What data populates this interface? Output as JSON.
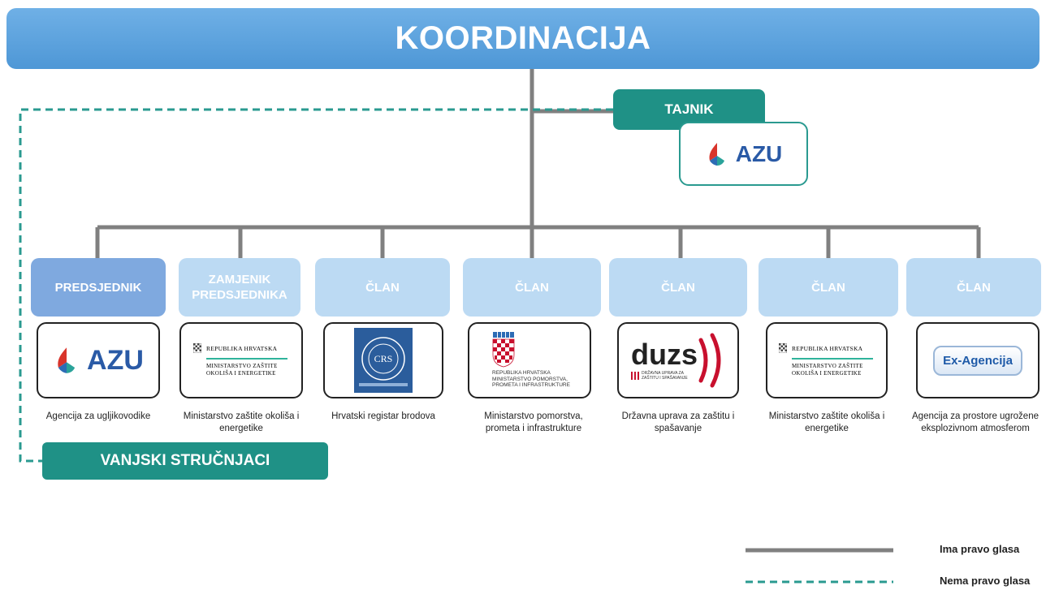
{
  "header": {
    "title": "KOORDINACIJA"
  },
  "tajnik": {
    "label": "TAJNIK",
    "logo_text": "AZU"
  },
  "members": [
    {
      "role": "PREDSJEDNIK",
      "logo": "azu",
      "logo_text": "AZU",
      "caption": "Agencija za ugljikovodike"
    },
    {
      "role": "ZAMJENIK PREDSJEDNIKA",
      "logo": "ministry",
      "logo_line1": "REPUBLIKA HRVATSKA",
      "logo_line2": "MINISTARSTVO ZAŠTITE OKOLIŠA I ENERGETIKE",
      "caption": "Ministarstvo zaštite okoliša i energetike"
    },
    {
      "role": "ČLAN",
      "logo": "crs",
      "logo_text": "CRS",
      "caption": "Hrvatski registar brodova"
    },
    {
      "role": "ČLAN",
      "logo": "coat",
      "logo_line1": "REPUBLIKA HRVATSKA",
      "logo_line2": "MINISTARSTVO POMORSTVA, PROMETA I INFRASTRUKTURE",
      "caption": "Ministarstvo pomorstva, prometa i infrastrukture"
    },
    {
      "role": "ČLAN",
      "logo": "duzs",
      "logo_text": "duzs",
      "logo_sub": "DRŽAVNA UPRAVA ZA ZAŠTITU I SPAŠAVANJE",
      "caption": "Državna uprava za zaštitu i spašavanje"
    },
    {
      "role": "ČLAN",
      "logo": "ministry",
      "logo_line1": "REPUBLIKA HRVATSKA",
      "logo_line2": "MINISTARSTVO ZAŠTITE OKOLIŠA I ENERGETIKE",
      "caption": "Ministarstvo zaštite okoliša i energetike"
    },
    {
      "role": "ČLAN",
      "logo": "exagency",
      "logo_text": "Ex-Agencija",
      "caption": "Agencija za prostore ugrožene eksplozivnom atmosferom"
    }
  ],
  "vanjski": {
    "label": "VANJSKI STRUČNJACI"
  },
  "legend": [
    {
      "label": "Ima pravo glasa",
      "style": "solid"
    },
    {
      "label": "Nema pravo glasa",
      "style": "dashed"
    }
  ],
  "colors": {
    "header": "#5aa2dd",
    "teal": "#1f9186",
    "predsjednik": "#7fa9df",
    "clan": "#bcdaf3",
    "connector": "#808080",
    "dashed": "#2a9a90"
  }
}
